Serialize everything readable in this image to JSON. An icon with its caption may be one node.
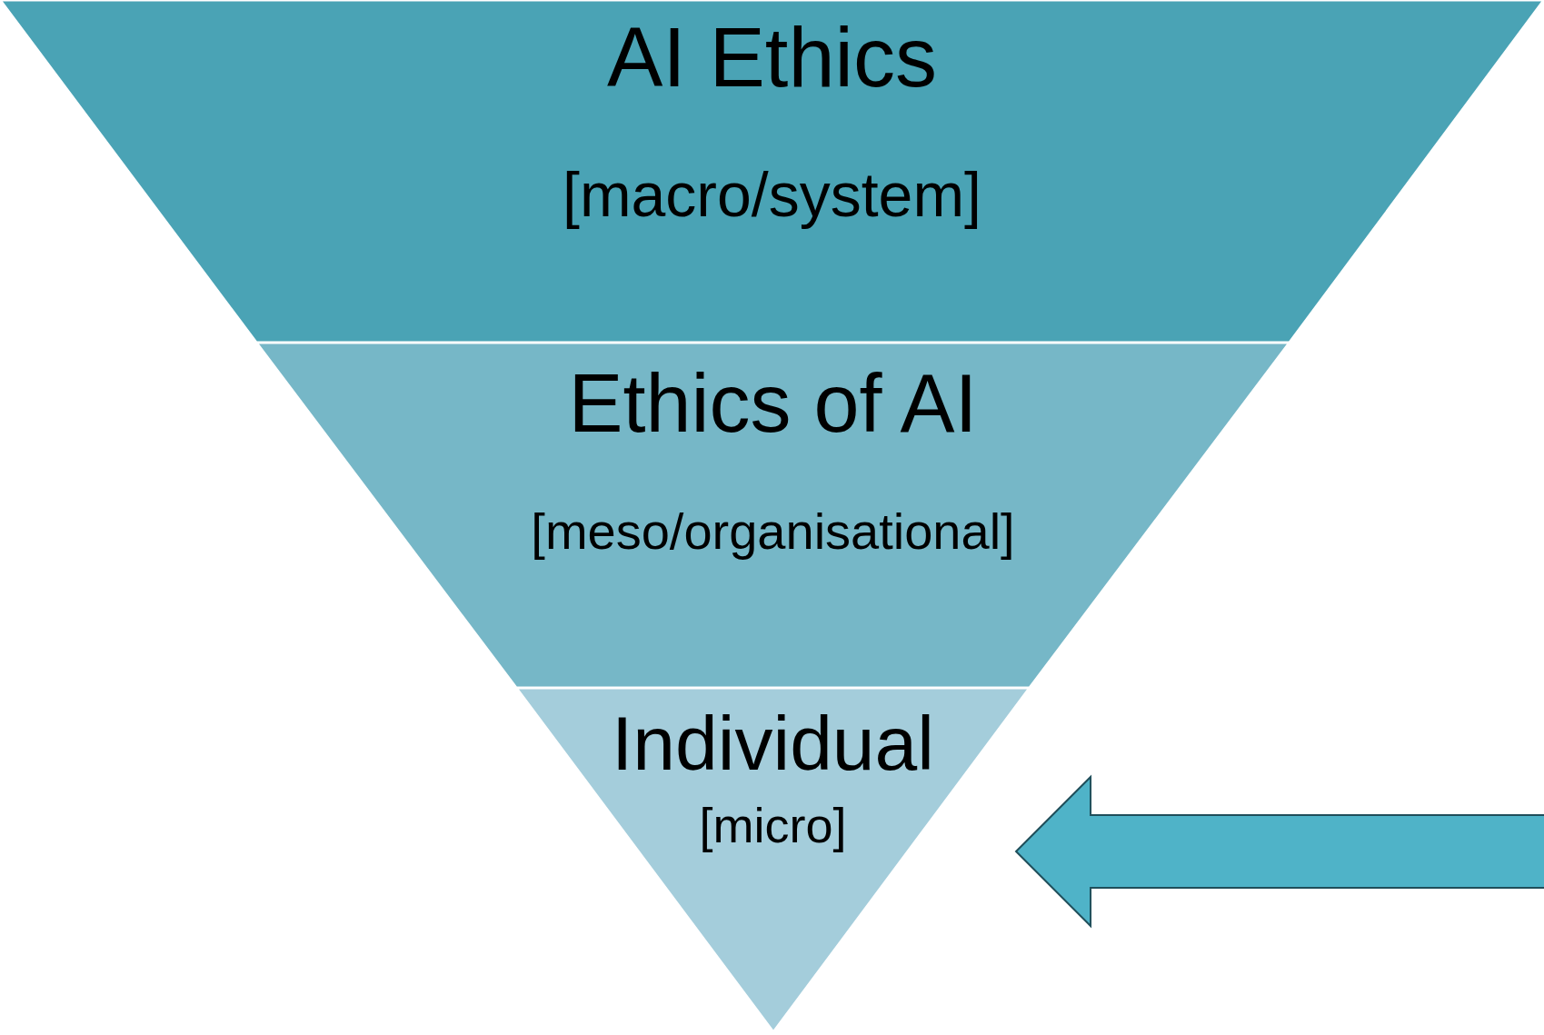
{
  "diagram": {
    "nodes": [
      {
        "text": [
          "AI Ethics",
          "[macro/system]"
        ]
      },
      {
        "text": [
          "Ethics of AI",
          "[meso/organisational]"
        ]
      },
      {
        "text": [
          "Individual",
          "[micro]"
        ]
      }
    ],
    "edges": [
      {
        "from": null,
        "to": 2,
        "arrow": "to"
      }
    ]
  }
}
